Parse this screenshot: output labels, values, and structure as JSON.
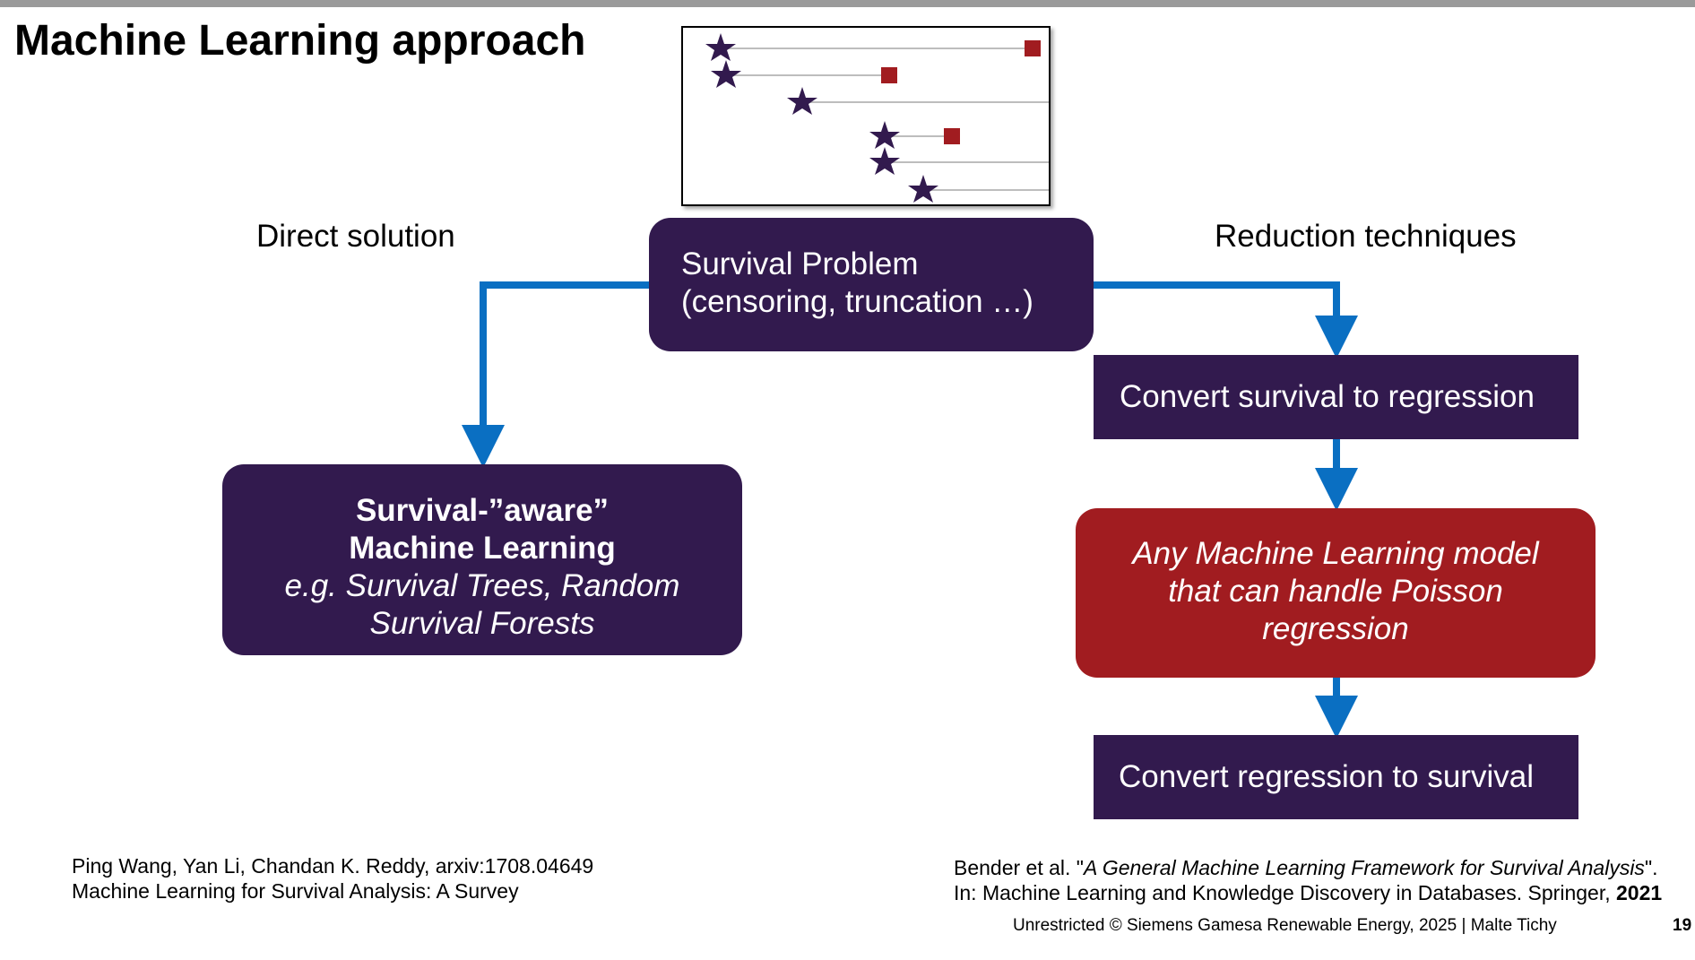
{
  "slide": {
    "title": "Machine Learning approach",
    "left_label": "Direct solution",
    "right_label": "Reduction techniques",
    "center_box": {
      "line1": "Survival Problem",
      "line2": "(censoring, truncation …)"
    },
    "left_box": {
      "line1": "Survival-”aware”",
      "line2": "Machine Learning",
      "line3": "e.g. Survival Trees, Random",
      "line4": "Survival Forests"
    },
    "step1": "Convert survival to regression",
    "step2": {
      "line1": "Any Machine Learning model",
      "line2": "that can handle Poisson",
      "line3": "regression"
    },
    "step3": "Convert regression to survival",
    "ref_left": {
      "line1": "Ping Wang, Yan Li, Chandan K. Reddy, arxiv:1708.04649",
      "line2": "Machine Learning for Survival Analysis: A Survey"
    },
    "ref_right": {
      "prefix": "Bender et al. \"",
      "italic": "A General Machine Learning Framework for Survival Analysis",
      "suffix": "\".",
      "line2_text": "In: Machine Learning and Knowledge Discovery in Databases. Springer, ",
      "line2_year": "2021"
    },
    "footer": "Unrestricted © Siemens Gamesa Renewable Energy, 2025 | Malte Tichy",
    "page_number": "19"
  },
  "colors": {
    "purple": "#321a4e",
    "red": "#a11c20",
    "arrow_blue": "#0a6fc2",
    "inset_line": "#bdbdbd",
    "star": "#321a4e",
    "event_square": "#a11c20"
  },
  "icons": {
    "event_marker": "square",
    "start_marker": "star"
  }
}
